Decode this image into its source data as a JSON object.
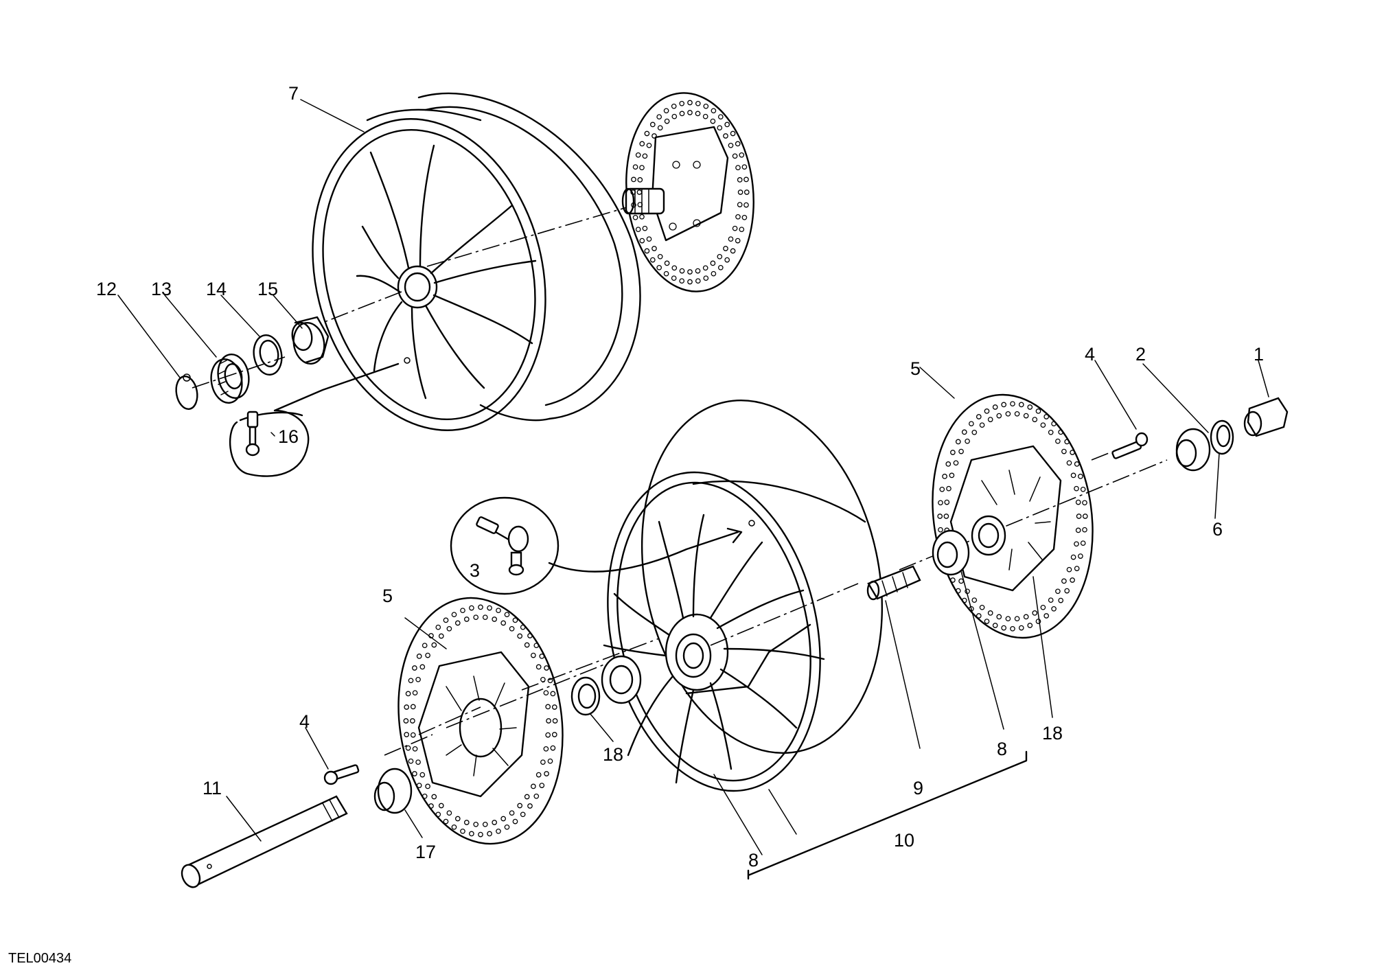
{
  "drawing_code": "TEL00434",
  "callouts": [
    {
      "id": "c1",
      "text": "1"
    },
    {
      "id": "c2",
      "text": "2"
    },
    {
      "id": "c3",
      "text": "3"
    },
    {
      "id": "c4a",
      "text": "4"
    },
    {
      "id": "c4b",
      "text": "4"
    },
    {
      "id": "c5a",
      "text": "5"
    },
    {
      "id": "c5b",
      "text": "5"
    },
    {
      "id": "c6",
      "text": "6"
    },
    {
      "id": "c7",
      "text": "7"
    },
    {
      "id": "c8a",
      "text": "8"
    },
    {
      "id": "c8b",
      "text": "8"
    },
    {
      "id": "c9",
      "text": "9"
    },
    {
      "id": "c10",
      "text": "10"
    },
    {
      "id": "c11",
      "text": "11"
    },
    {
      "id": "c12",
      "text": "12"
    },
    {
      "id": "c13",
      "text": "13"
    },
    {
      "id": "c14",
      "text": "14"
    },
    {
      "id": "c15",
      "text": "15"
    },
    {
      "id": "c16",
      "text": "16"
    },
    {
      "id": "c17",
      "text": "17"
    },
    {
      "id": "c18a",
      "text": "18"
    },
    {
      "id": "c18b",
      "text": "18"
    }
  ]
}
